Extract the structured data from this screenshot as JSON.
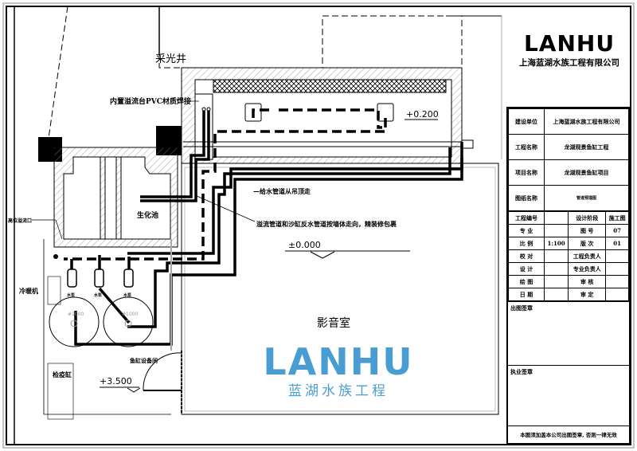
{
  "logo": {
    "brand": "LANHU",
    "company": "上海蓝湖水族工程有限公司"
  },
  "watermark": {
    "brand": "LANHU",
    "subtitle": "蓝湖水族工程"
  },
  "drawing": {
    "labels": {
      "light_well": "采光井",
      "pvc_pipe": "内置溢流台PVC材质焊接",
      "bio_tank": "生化池",
      "high_overflow": "高位溢流口",
      "water_supply_note": "—给水管道从吊顶走",
      "overflow_note": "溢流管道和沙缸反水管道按墙体走向，精装修包裹",
      "level_zero": "±0.000",
      "level_top": "+0.200",
      "level_low": "+3.500",
      "chiller": "冷暖机",
      "pump_labels": [
        "水泵",
        "水泵",
        "水泵"
      ],
      "sand_filter_labels": [
        "#1000",
        "#1000"
      ],
      "equipment_room": "鱼缸设备间",
      "quarantine_tank": "检疫缸",
      "theater_room": "影音室"
    }
  },
  "title_block": {
    "rows": [
      {
        "label": "建设单位",
        "value": "上海蓝湖水族工程有限公司"
      },
      {
        "label": "工程名称",
        "value": "龙湖观景鱼缸工程"
      },
      {
        "label": "项目名称",
        "value": "龙湖观景鱼缸项目"
      },
      {
        "label": "图纸名称",
        "value": "管道预埋图"
      }
    ],
    "grid": [
      [
        "工程编号",
        "",
        "设计阶段",
        "施工图"
      ],
      [
        "专 业",
        "",
        "图 号",
        "07"
      ],
      [
        "比 例",
        "1:100",
        "版 次",
        "01"
      ],
      [
        "校 对",
        "",
        "工程负责人",
        ""
      ],
      [
        "设 计",
        "",
        "专业负责人",
        ""
      ],
      [
        "绘 图",
        "",
        "审 核",
        ""
      ],
      [
        "日 期",
        "",
        "审 定",
        ""
      ]
    ],
    "stamp_label": "出图签章",
    "license_label": "执业签章",
    "footer_note": "本图须加盖本公司出图签章, 否则一律无效"
  }
}
